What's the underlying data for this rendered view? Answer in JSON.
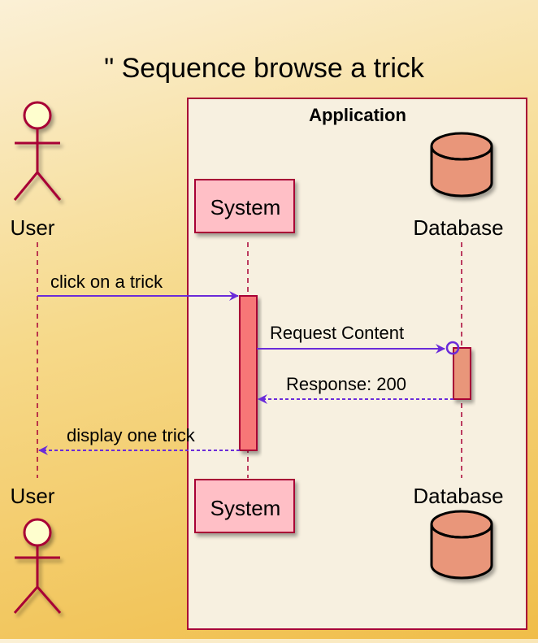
{
  "diagram": {
    "title": "\" Sequence browse a trick",
    "group": {
      "title": "Application"
    },
    "participants": {
      "user": {
        "label": "User",
        "kind": "actor"
      },
      "system": {
        "label": "System",
        "kind": "participant"
      },
      "database": {
        "label": "Database",
        "kind": "database"
      }
    },
    "messages": [
      {
        "text": "click on a trick",
        "from": "User",
        "to": "System",
        "style": "solid"
      },
      {
        "text": "Request Content",
        "from": "System",
        "to": "Database",
        "style": "solid"
      },
      {
        "text": "Response: 200",
        "from": "Database",
        "to": "System",
        "style": "dashed"
      },
      {
        "text": "display one trick",
        "from": "System",
        "to": "User",
        "style": "dashed"
      }
    ],
    "colors": {
      "border": "#a80036",
      "arrow": "#6a2bd9",
      "actor_head": "#fefece",
      "system_box": "#ffbfc6",
      "database": "#e9967a",
      "activation_system": "#f77777",
      "activation_database": "#e9967a",
      "group_fill": "#f7f0e0"
    }
  }
}
